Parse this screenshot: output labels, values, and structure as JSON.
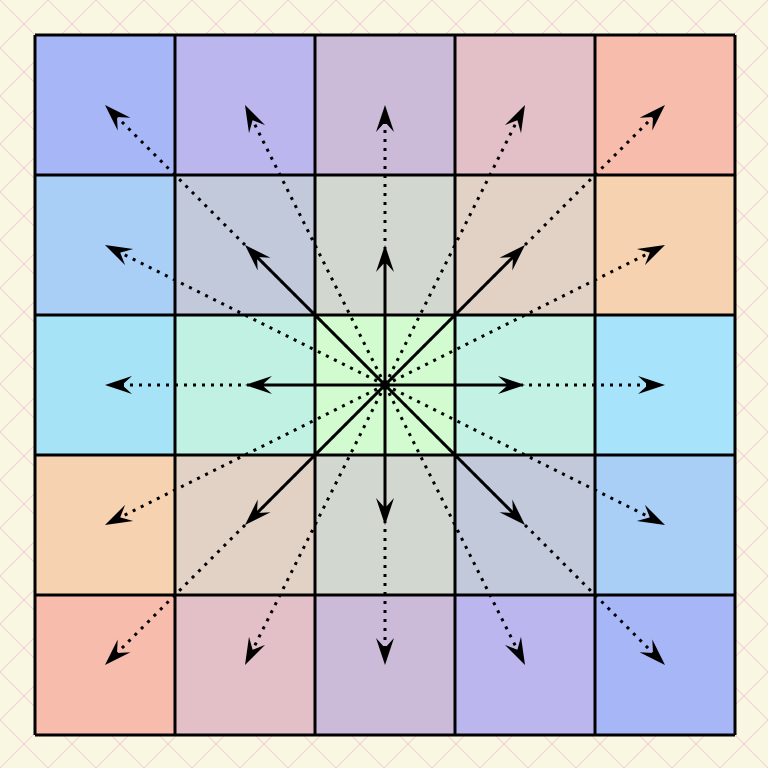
{
  "diagram": {
    "type": "grid-neighbor-vectors",
    "rows": 5,
    "cols": 5,
    "center_cell": [
      2,
      2
    ],
    "cell_colors": [
      [
        "#a7b6f6",
        "#bbb7ee",
        "#cbbbd9",
        "#e3bfc7",
        "#f7bcab"
      ],
      [
        "#a9cff6",
        "#c1c9db",
        "#d2d8cf",
        "#e1d2c5",
        "#f6d2b0"
      ],
      [
        "#a7e3f6",
        "#c1f1e2",
        "#d3fbd0",
        "#c3f1e4",
        "#a7e3fb"
      ],
      [
        "#f6d2b0",
        "#e1d2c5",
        "#d2d8cf",
        "#c1c9db",
        "#a9cff6"
      ],
      [
        "#f7bcab",
        "#e3bfc7",
        "#cbbbd9",
        "#bbb7ee",
        "#a7b6f6"
      ]
    ],
    "colors": {
      "page_background": "#f9f6e1",
      "background_lines": "#e7b7cd",
      "grid_lines": "#000000",
      "arrows": "#000000"
    },
    "arrows": {
      "solid_neighbors": 8,
      "dotted_neighbors": 16
    }
  }
}
